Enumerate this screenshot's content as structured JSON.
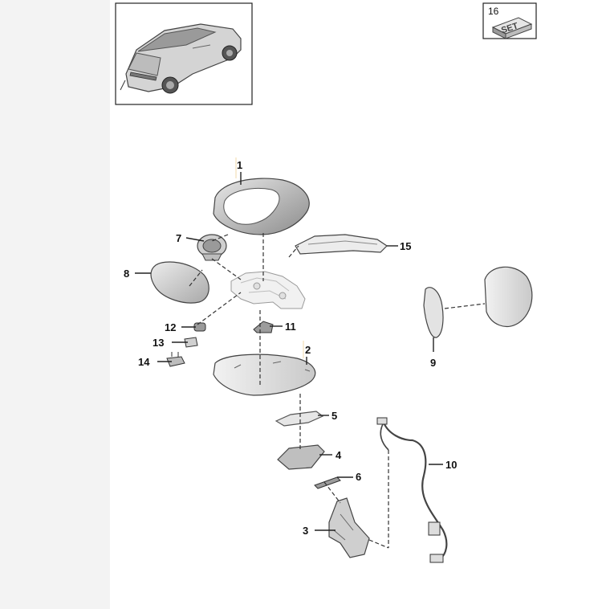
{
  "set_box": {
    "number": "16",
    "label": "SET"
  },
  "callouts": [
    {
      "id": "1",
      "text": "1"
    },
    {
      "id": "2",
      "text": "2"
    },
    {
      "id": "3",
      "text": "3"
    },
    {
      "id": "4",
      "text": "4"
    },
    {
      "id": "5",
      "text": "5"
    },
    {
      "id": "6",
      "text": "6"
    },
    {
      "id": "7",
      "text": "7"
    },
    {
      "id": "8",
      "text": "8"
    },
    {
      "id": "9",
      "text": "9"
    },
    {
      "id": "10",
      "text": "10"
    },
    {
      "id": "11",
      "text": "11"
    },
    {
      "id": "12",
      "text": "12"
    },
    {
      "id": "13",
      "text": "13"
    },
    {
      "id": "14",
      "text": "14"
    },
    {
      "id": "15",
      "text": "15"
    }
  ],
  "colors": {
    "page_background": "#f3f3f3",
    "sheet_background": "#ffffff",
    "part_fill": "#d9d9d9",
    "part_dark": "#8a8a8a",
    "callout_tick": "#f2d8a8"
  }
}
